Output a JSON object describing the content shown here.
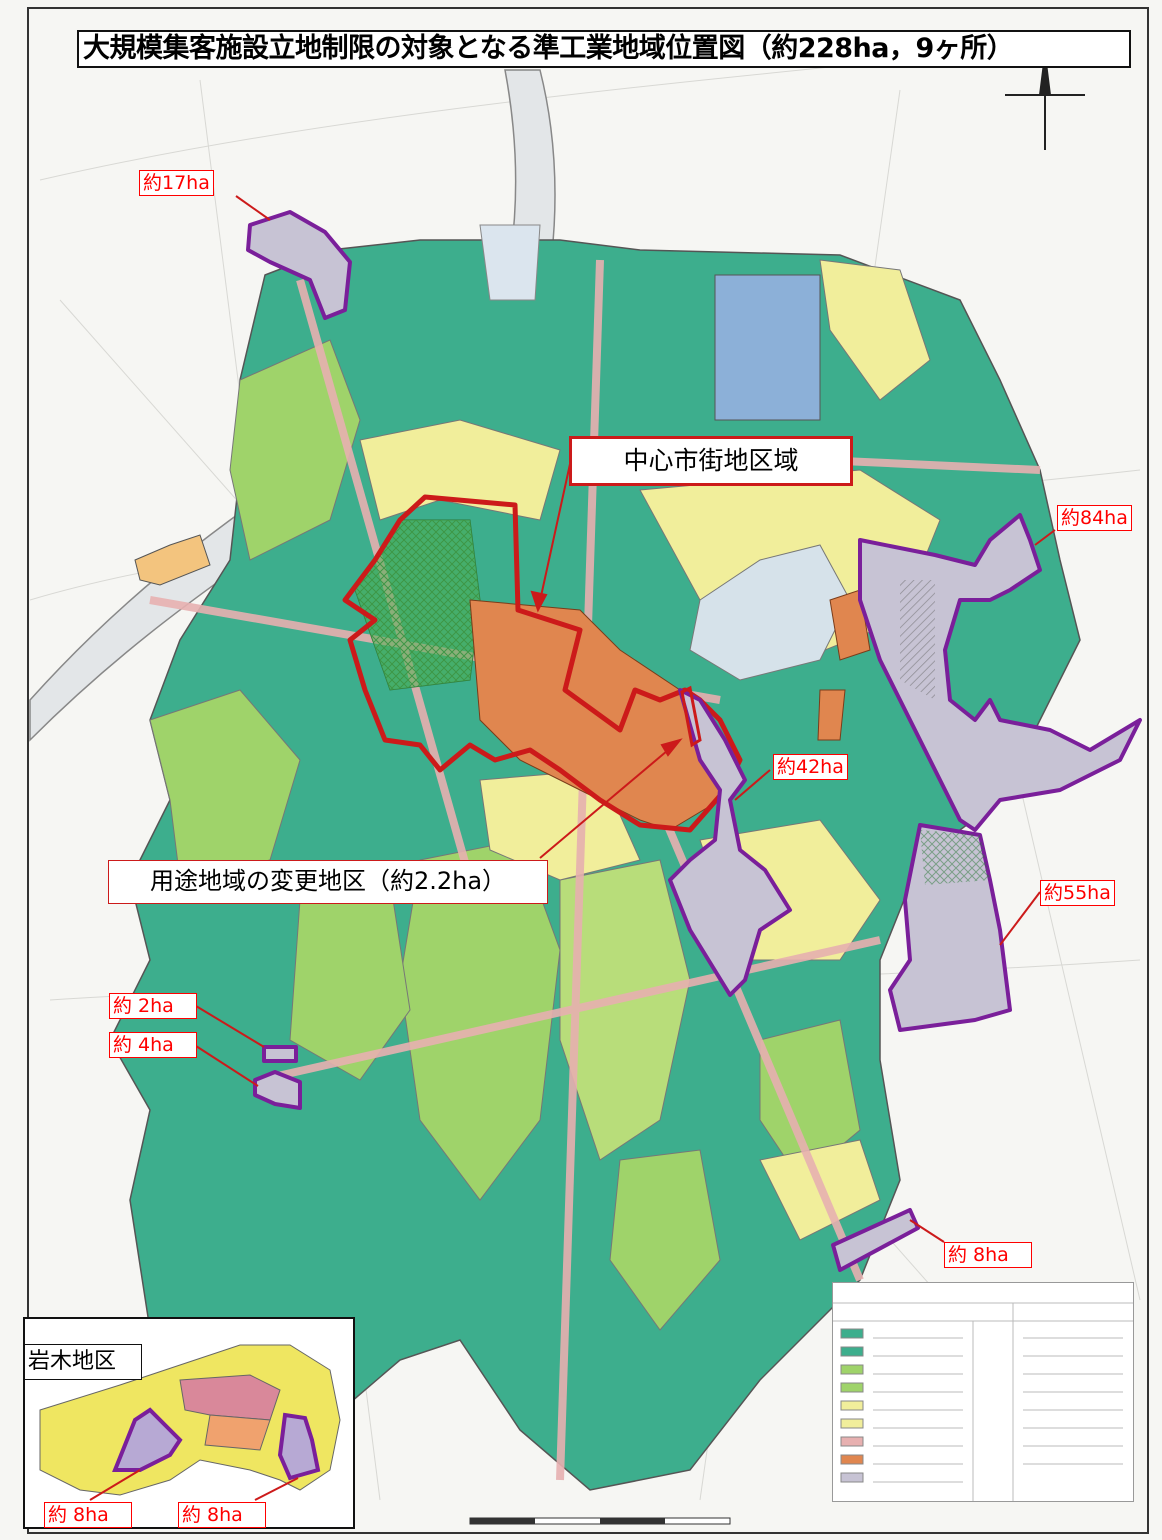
{
  "title": "大規模集客施設立地制限の対象となる準工業地域位置図（約228ha，9ヶ所）",
  "callouts": {
    "central_district": "中心市街地区域",
    "zoning_change": "用途地域の変更地区（約2.2ha）"
  },
  "area_labels": [
    "約17ha",
    "約84ha",
    "約42ha",
    "約55ha",
    "約 2ha",
    "約 4ha",
    "約 8ha"
  ],
  "inset": {
    "title": "岩木地区",
    "labels": [
      "約 8ha",
      "約 8ha"
    ]
  },
  "colors": {
    "boundary_red": "#cc1a1a",
    "target_zone_outline": "#7a1f9a",
    "target_zone_fill": "#c7c3d4",
    "commercial": "#e0864f",
    "residential_green": "#3dae8d",
    "light_green": "#9fd36a",
    "yellow": "#f1ee9b",
    "blue_zone": "#8cb0d8"
  }
}
